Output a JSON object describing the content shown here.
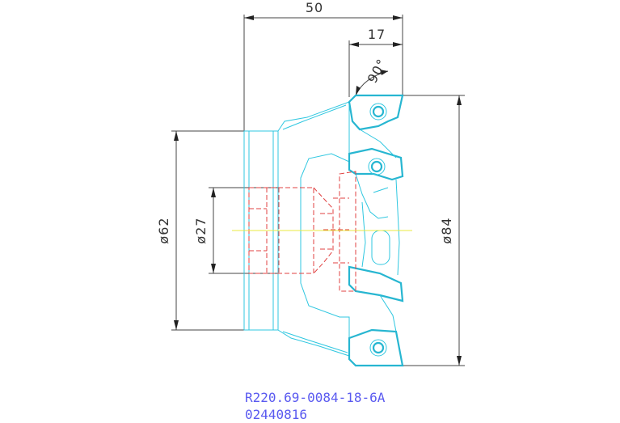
{
  "dimensions": {
    "overall_length": "50",
    "insert_width": "17",
    "angle": "90°",
    "body_diameter": "ø62",
    "bore_diameter": "ø27",
    "cutting_diameter": "ø84"
  },
  "part_info": {
    "designation": "R220.69-0084-18-6A",
    "item_number": "02440816"
  },
  "colors": {
    "outline": "#2fc7e0",
    "hidden_lines": "#e04040",
    "center_line": "#e8e840",
    "dimension_lines": "#444444",
    "info_text": "#5a5af0"
  }
}
